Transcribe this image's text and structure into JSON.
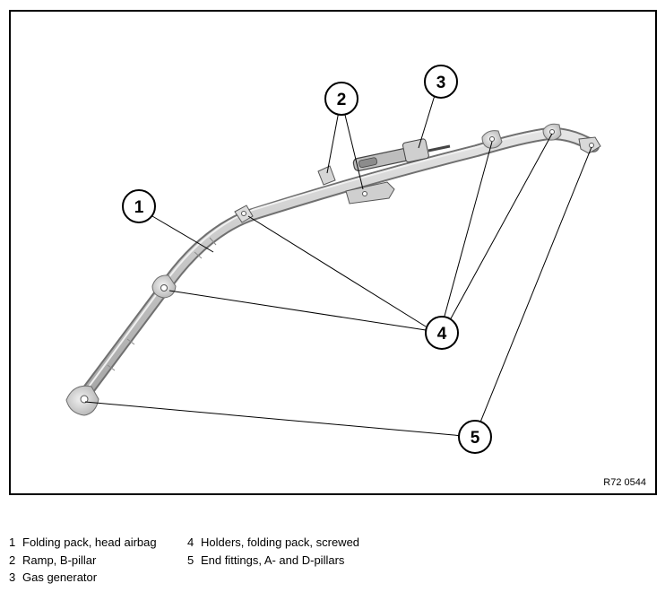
{
  "figure": {
    "reference_code": "R72 0544",
    "callouts": [
      "1",
      "2",
      "3",
      "4",
      "5"
    ]
  },
  "legend": {
    "items": [
      {
        "num": "1",
        "text": "Folding pack, head airbag"
      },
      {
        "num": "2",
        "text": "Ramp, B-pillar"
      },
      {
        "num": "3",
        "text": "Gas generator"
      },
      {
        "num": "4",
        "text": "Holders, folding pack, screwed"
      },
      {
        "num": "5",
        "text": "End fittings, A- and D-pillars"
      }
    ]
  },
  "colors": {
    "line": "#000000",
    "airbag_fill": "#d2d2d2",
    "airbag_shade": "#a8a8a8",
    "frame": "#000000"
  }
}
